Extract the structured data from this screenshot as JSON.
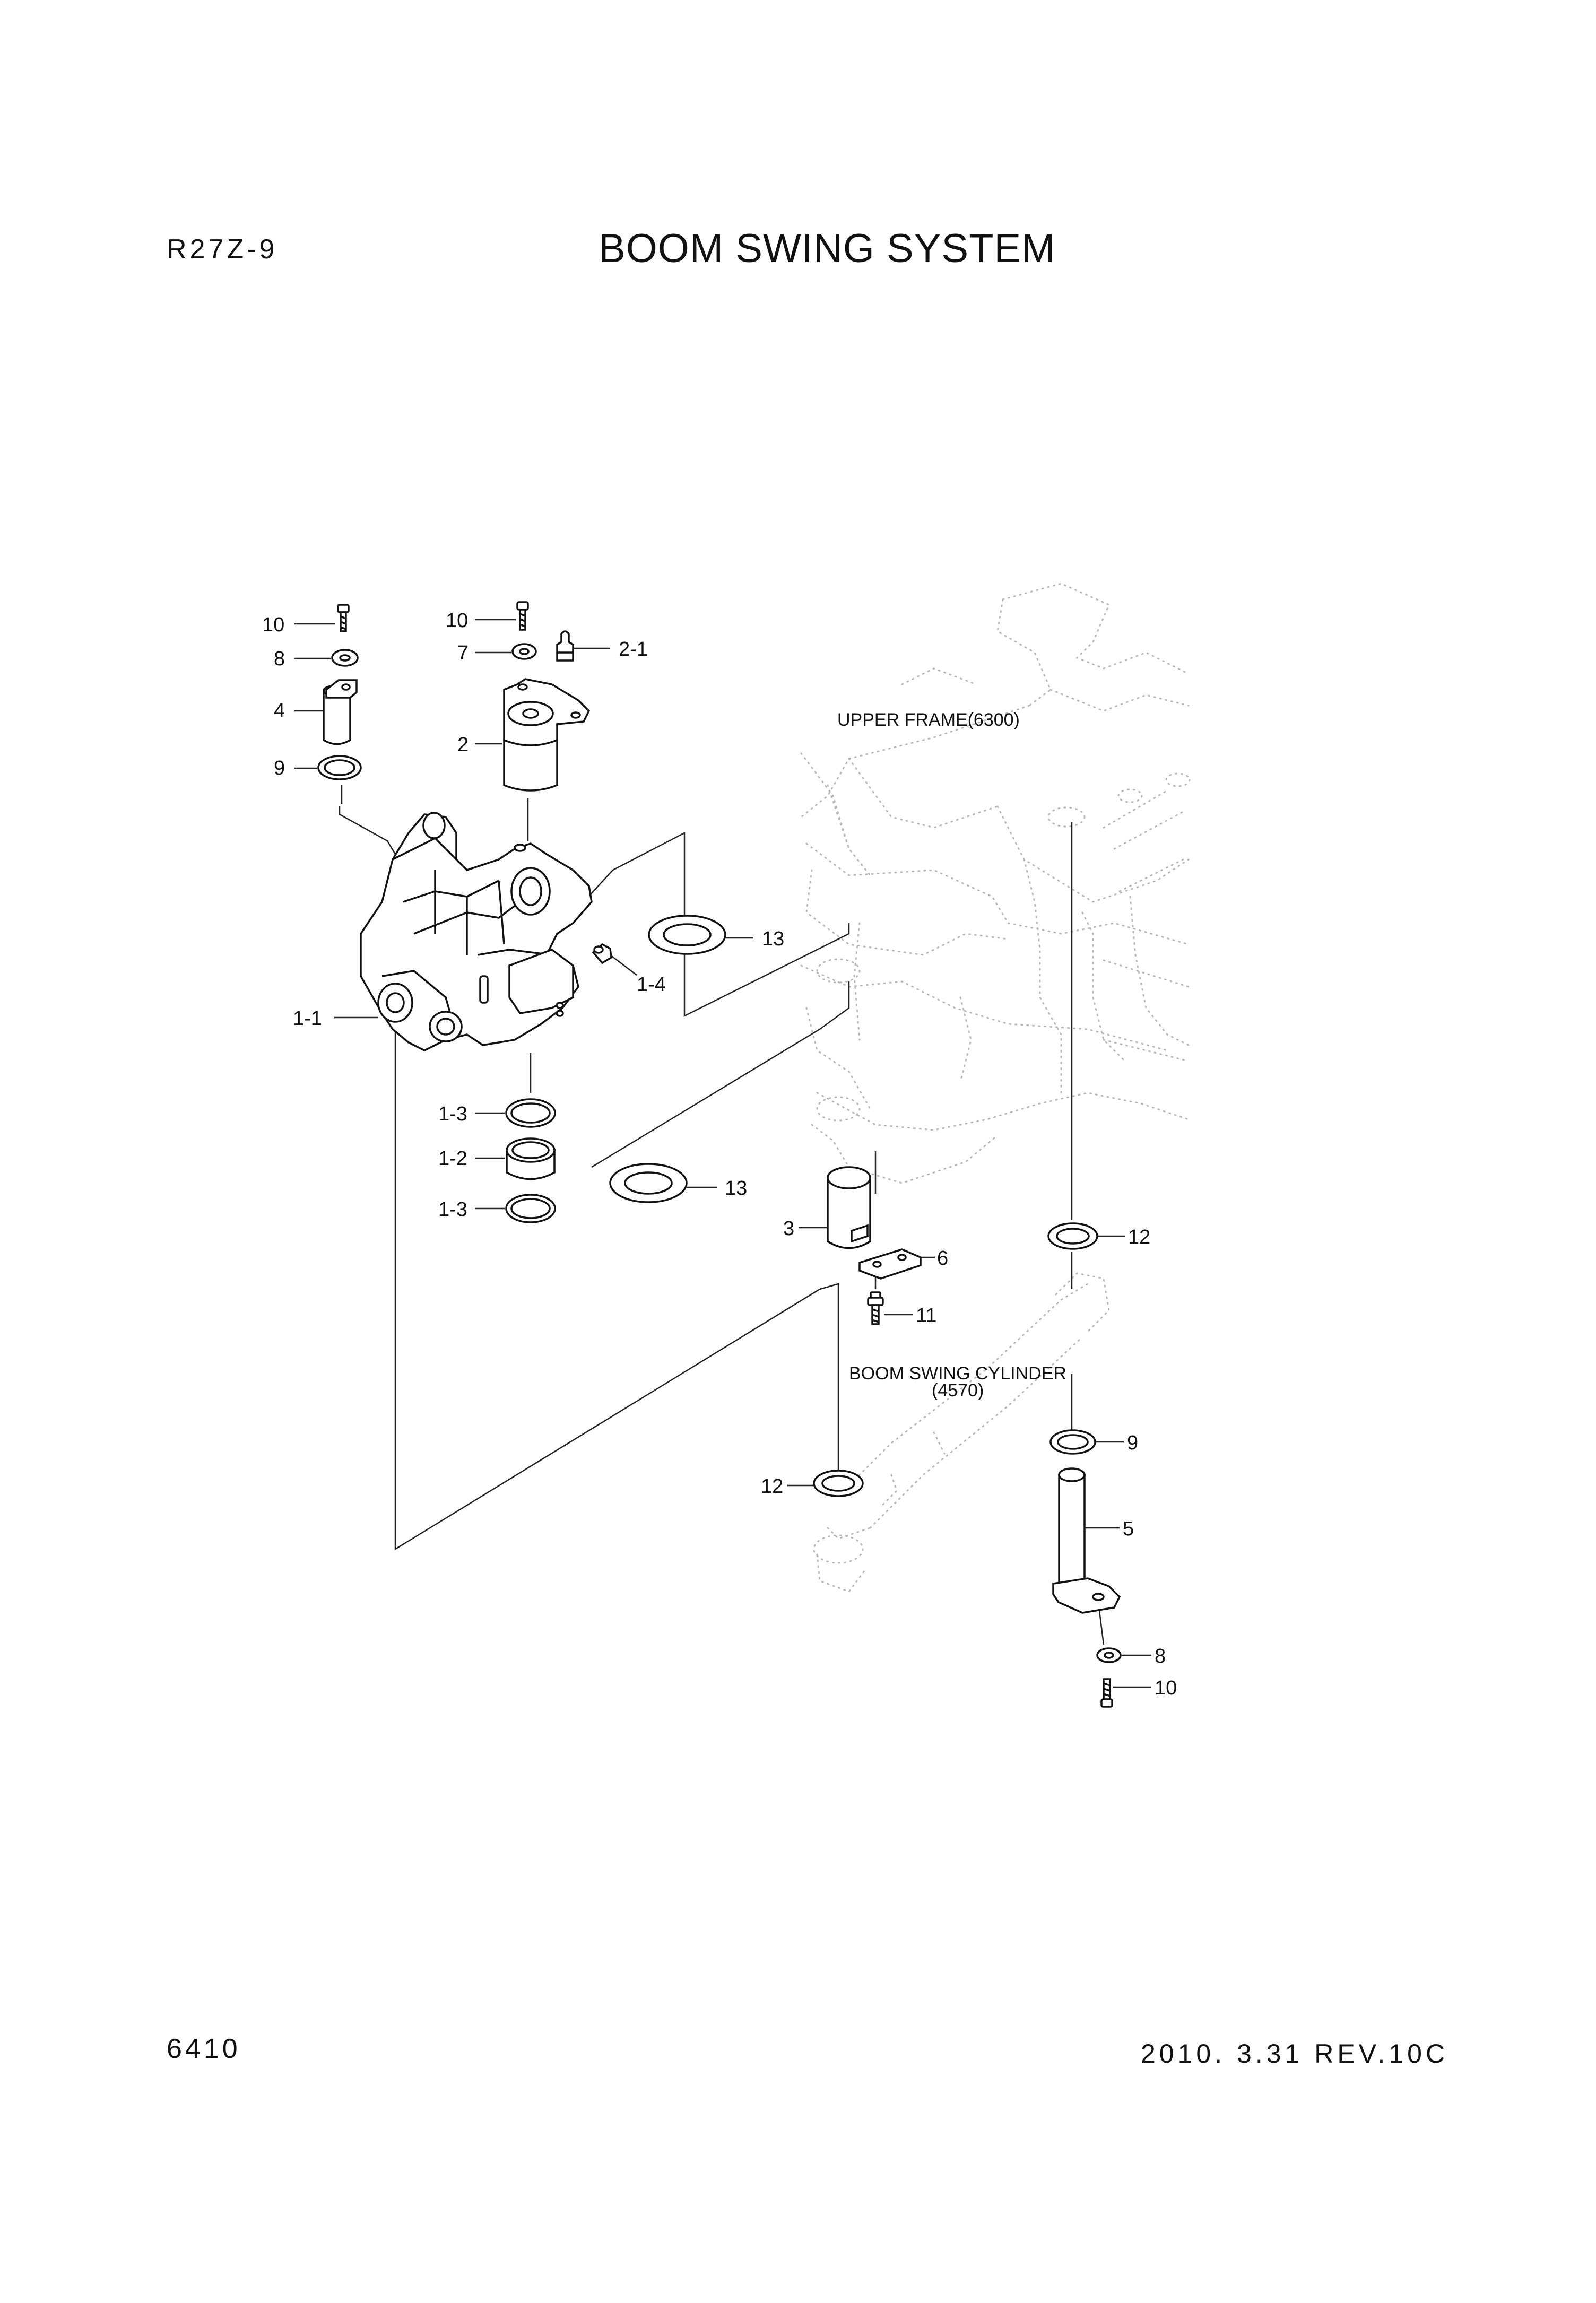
{
  "header": {
    "model": "R27Z-9",
    "title": "BOOM SWING SYSTEM"
  },
  "footer": {
    "page_number": "6410",
    "revision": "2010. 3.31  REV.10C"
  },
  "reference_notes": {
    "upper_frame": "UPPER FRAME(6300)",
    "boom_swing_cylinder_line1": "BOOM SWING CYLINDER",
    "boom_swing_cylinder_line2": "(4570)"
  },
  "callouts": {
    "c10_a": "10",
    "c8_a": "8",
    "c4": "4",
    "c9_a": "9",
    "c10_b": "10",
    "c7": "7",
    "c2_1": "2-1",
    "c2": "2",
    "c13_a": "13",
    "c1_4": "1-4",
    "c1_1": "1-1",
    "c1_3_a": "1-3",
    "c1_2": "1-2",
    "c1_3_b": "1-3",
    "c13_b": "13",
    "c3": "3",
    "c6": "6",
    "c12_a": "12",
    "c11": "11",
    "c9_b": "9",
    "c12_b": "12",
    "c5": "5",
    "c8_b": "8",
    "c10_c": "10"
  }
}
